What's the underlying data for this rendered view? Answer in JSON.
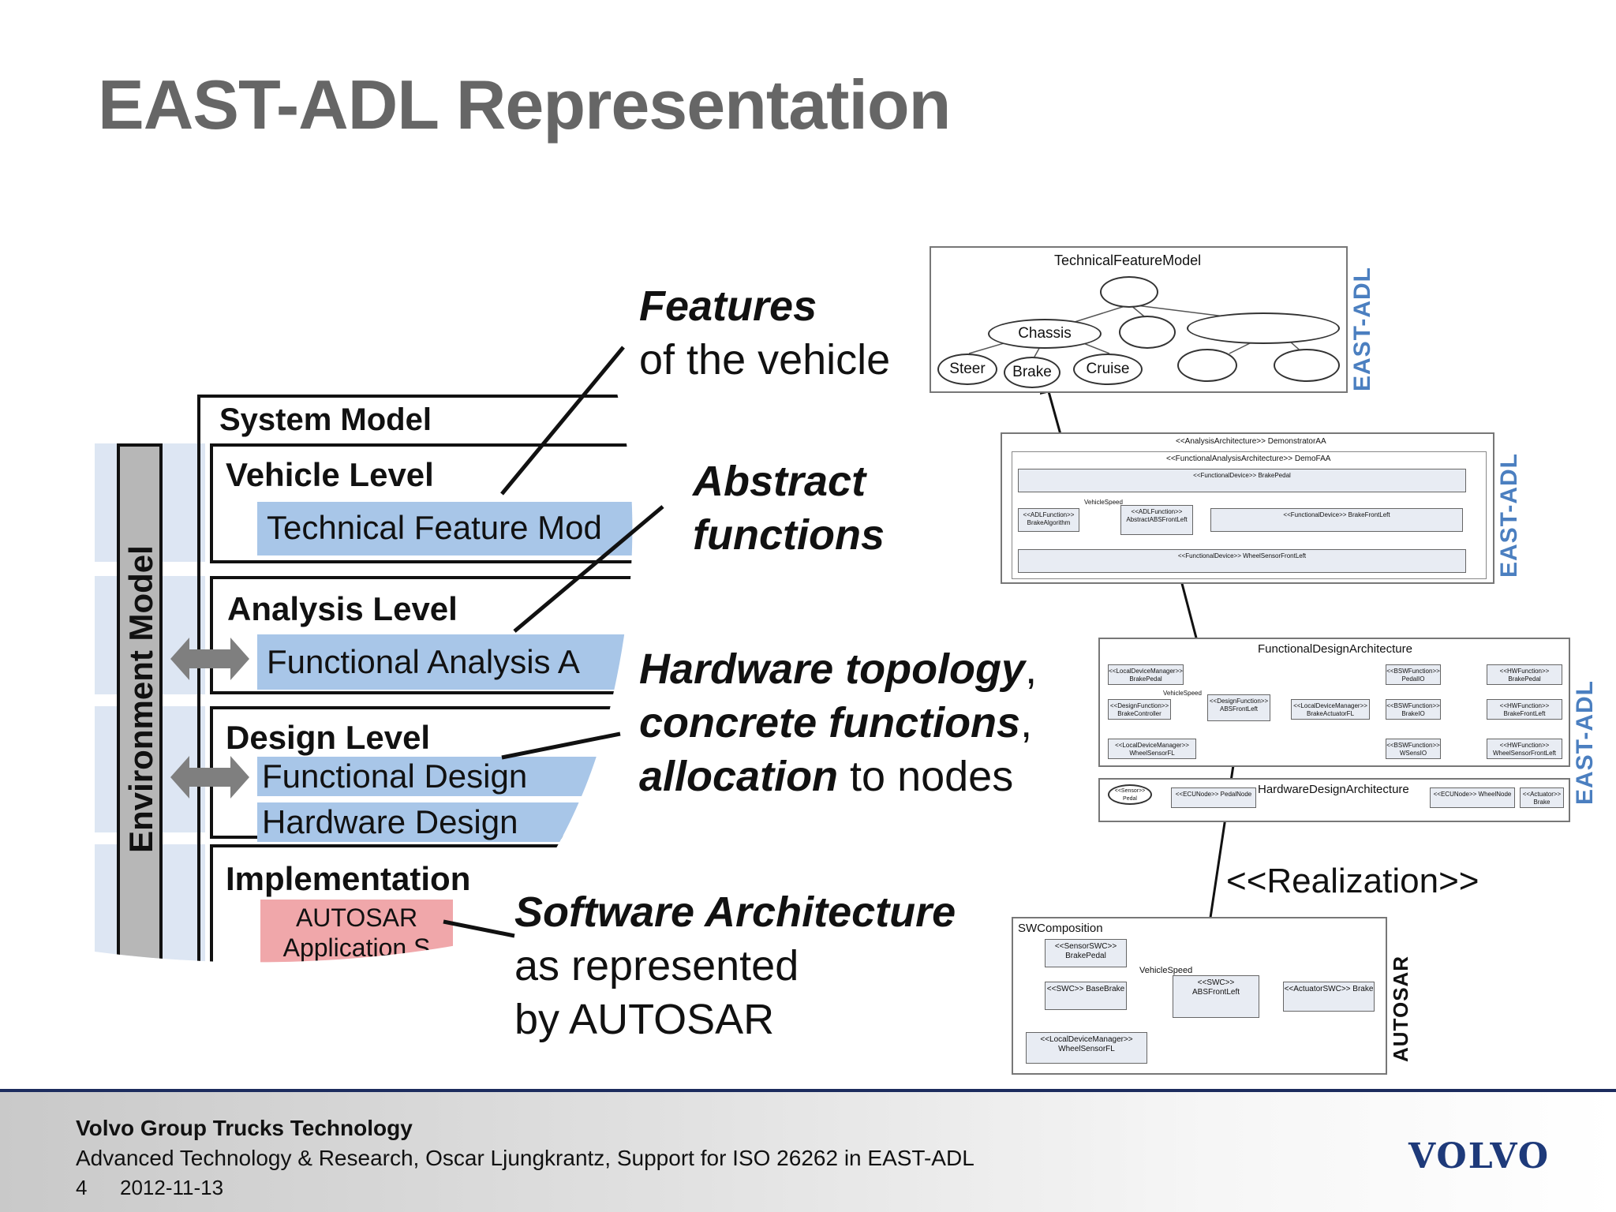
{
  "title": "EAST-ADL Representation",
  "stack": {
    "environment_label": "Environment Model",
    "system_model_label": "System Model",
    "levels": [
      {
        "title": "Vehicle Level",
        "subs": [
          "Technical Feature Mod"
        ]
      },
      {
        "title": "Analysis Level",
        "subs": [
          "Functional Analysis A"
        ]
      },
      {
        "title": "Design Level",
        "subs": [
          "Functional Design",
          "Hardware Design"
        ]
      },
      {
        "title": "Implementation",
        "subs": [
          "AUTOSAR",
          "Application S"
        ]
      }
    ]
  },
  "annotations": {
    "features_bold": "Features",
    "features_rest": "of the vehicle",
    "abstract_line1": "Abstract",
    "abstract_line2": "functions",
    "hw_bold1": "Hardware topology",
    "hw_comma1": ",",
    "hw_bold2": "concrete functions",
    "hw_comma2": ",",
    "hw_bold3": "allocation",
    "hw_rest3": " to nodes",
    "sw_bold": "Software Architecture",
    "sw_line2": "as represented",
    "sw_line3": "by AUTOSAR"
  },
  "panels": {
    "tfm": {
      "title": "TechnicalFeatureModel",
      "nodes": [
        "Chassis",
        "Steer",
        "Brake",
        "Cruise"
      ],
      "brand": "EAST-ADL"
    },
    "analysis": {
      "outer_title": "<<AnalysisArchitecture>> DemonstratorAA",
      "inner_title": "<<FunctionalAnalysisArchitecture>> DemoFAA",
      "blocks": [
        "<<FunctionalDevice>> BrakePedal",
        "<<ADLFunction>> BrakeAlgorithm",
        "<<ADLFunction>> AbstractABSFrontLeft",
        "<<FunctionalDevice>> BrakeFrontLeft",
        "<<FunctionalDevice>> WheelSensorFrontLeft"
      ],
      "signal": "VehicleSpeed",
      "brand": "EAST-ADL"
    },
    "design": {
      "title": "FunctionalDesignArchitecture",
      "blocks": [
        "<<LocalDeviceManager>> BrakePedal",
        "<<BSWFunction>> PedalIO",
        "<<HWFunction>> BrakePedal",
        "<<DesignFunction>> BrakeController",
        "<<DesignFunction>> ABSFrontLeft",
        "<<LocalDeviceManager>> BrakeActuatorFL",
        "<<BSWFunction>> BrakeIO",
        "<<HWFunction>> BrakeFrontLeft",
        "<<LocalDeviceManager>> WheelSensorFL",
        "<<BSWFunction>> WSensIO",
        "<<HWFunction>> WheelSensorFrontLeft"
      ],
      "signal": "VehicleSpeed",
      "hw_title": "HardwareDesignArchitecture",
      "hw_blocks": [
        "<<Sensor>> Pedal",
        "<<ECUNode>> PedalNode",
        "<<ECUNode>> WheelNode",
        "<<Actuator>> Brake"
      ],
      "brand": "EAST-ADL"
    },
    "swc": {
      "title": "SWComposition",
      "blocks": [
        "<<SensorSWC>> BrakePedal",
        "<<SWC>> BaseBrake",
        "<<SWC>> ABSFrontLeft",
        "<<ActuatorSWC>> Brake",
        "<<LocalDeviceManager>> WheelSensorFL"
      ],
      "signal": "VehicleSpeed",
      "brand": "AUTOSAR"
    }
  },
  "realization_label": "<<Realization>>",
  "footer": {
    "org": "Volvo Group Trucks Technology",
    "subtitle": "Advanced Technology & Research, Oscar Ljungkrantz, Support for ISO 26262 in EAST-ADL",
    "page": "4",
    "date": "2012-11-13",
    "logo": "VOLVO"
  }
}
